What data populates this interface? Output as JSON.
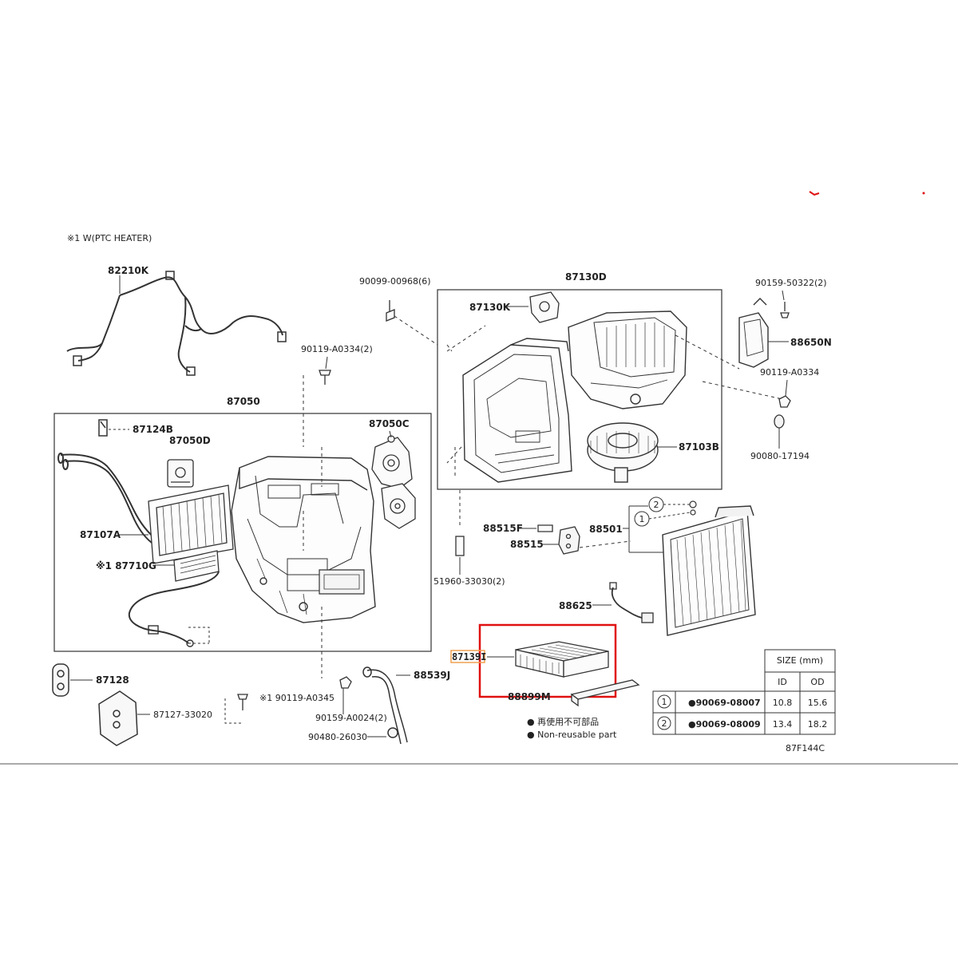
{
  "diagram": {
    "note_top": "※1 W(PTC HEATER)",
    "group_labels": {
      "hvac_unit": "87050",
      "blower_unit": "87130D"
    },
    "parts": {
      "p82210K": "82210K",
      "p90099": "90099-00968(6)",
      "p90119_A0334_2": "90119-A0334(2)",
      "p87130K": "87130K",
      "p90159_50322": "90159-50322(2)",
      "p88650N": "88650N",
      "p90119_A0334": "90119-A0334",
      "p87050C": "87050C",
      "p87124B": "87124B",
      "p87050D": "87050D",
      "p87103B": "87103B",
      "p90080": "90080-17194",
      "p87107A": "87107A",
      "p88515F": "88515F",
      "p88501": "88501",
      "p88515": "88515",
      "p87710G": "※1 87710G",
      "p51960": "51960-33030(2)",
      "p88625": "88625",
      "p87139": "87139I",
      "p88899M": "88899M",
      "p87128": "87128",
      "p88539J": "88539J",
      "p90119_A0345": "※1 90119-A0345",
      "p90159_A0024": "90159-A0024(2)",
      "p87127": "87127-33020",
      "p90480": "90480-26030"
    },
    "legend": {
      "line1": "● 再使用不可部品",
      "line2": "● Non-reusable part"
    },
    "size_table": {
      "header": "SIZE (mm)",
      "col_id": "ID",
      "col_od": "OD",
      "rows": [
        {
          "num": "1",
          "part": "●90069-08007",
          "id": "10.8",
          "od": "15.6"
        },
        {
          "num": "2",
          "part": "●90069-08009",
          "id": "13.4",
          "od": "18.2"
        }
      ]
    },
    "circle_refs": {
      "c1": "1",
      "c2": "2"
    },
    "figure_code": "87F144C",
    "highlight_color": "#e01010",
    "label_highlight_color": "#f0a050"
  }
}
